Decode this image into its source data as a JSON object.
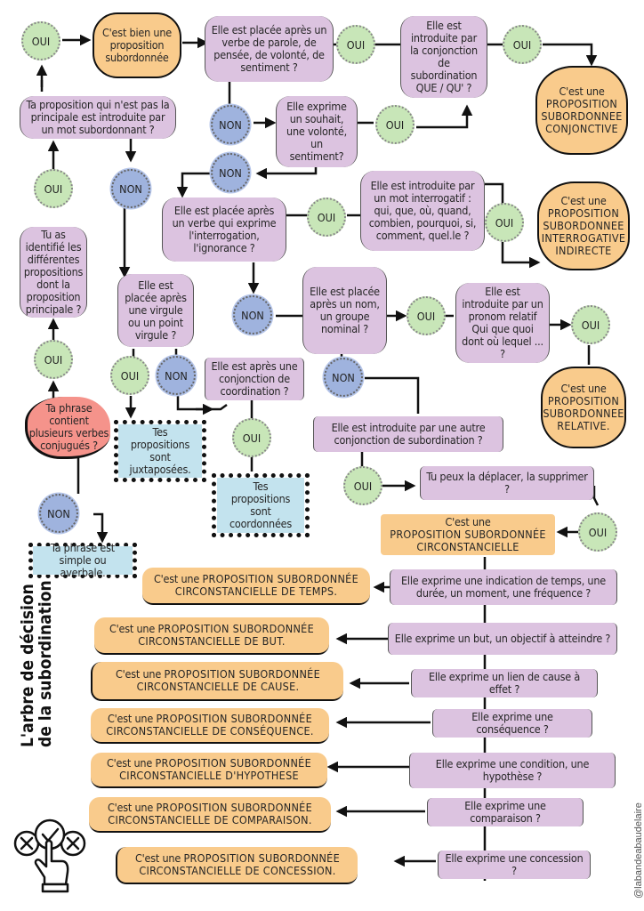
{
  "title": {
    "line1": "L'arbre de décision",
    "line2": "de la subordination"
  },
  "credit": "@labandeabaudelaire",
  "answers": {
    "yes": "OUI",
    "no": "NON"
  },
  "colors": {
    "question_bg": "#dcc3e0",
    "result_bg": "#f9cb8c",
    "start_bg": "#f5938b",
    "info_bg": "#c3e3ee",
    "yes_bg": "#c8e6b8",
    "no_bg": "#9fb3de"
  },
  "nodes": {
    "start": "Ta phrase contient plusieurs verbes conjugués ?",
    "simple": "Ta phrase est simple ou averbale.",
    "identified": "Tu as identifié les différentes propositions dont la proposition principale ?",
    "introduced_sub_word": "Ta proposition qui n'est pas la principale est introduite par un mot subordonnant ?",
    "is_subordinate": "C'est bien une proposition subordonnée",
    "after_verb_speech": "Elle est placée après un verbe de parole, de pensée, de volonté, de sentiment ?",
    "introduced_que": "Elle est introduite par la conjonction de subordination QUE / QU' ?",
    "res_conjonctive_pre": "C'est une",
    "res_conjonctive": "PROPOSITION SUBORDONNEE CONJONCTIVE",
    "expresses_wish": "Elle exprime un souhait, une volonté, un sentiment?",
    "after_verb_interrog": "Elle est placée après un verbe qui exprime l'interrogation, l'ignorance ?",
    "interrog_word": "Elle est introduite par un mot interrogatif : qui, que, où, quand, combien, pourquoi, si, comment, quel.le ?",
    "res_interrog_pre": "C'est une",
    "res_interrog": "PROPOSITION SUBORDONNEE INTERROGATIVE INDIRECTE",
    "after_comma": "Elle est placée après une virgule ou un point virgule ?",
    "after_noun": "Elle est placée après un nom, un groupe nominal ?",
    "relative_pronoun": "Elle est introduite par un pronom relatif Qui que quoi dont où lequel ... ?",
    "res_relative_pre": "C'est une",
    "res_relative": "PROPOSITION SUBORDONNEE RELATIVE.",
    "after_coord": "Elle est après une conjonction de coordination ?",
    "juxtaposed": "Tes propositions sont juxtaposées.",
    "coordinated": "Tes propositions sont coordonnées",
    "other_conj": "Elle est introduite par une autre conjonction de subordination ?",
    "movable": "Tu peux la déplacer, la supprimer ?",
    "res_circ_pre": "C'est une",
    "res_circ": "PROPOSITION SUBORDONNÉE CIRCONSTANCIELLE"
  },
  "circumstantial": [
    {
      "question": "Elle exprime une indication de temps, une durée, un moment, une fréquence ?",
      "result_pre": "C'est une",
      "result": "PROPOSITION SUBORDONNÉE CIRCONSTANCIELLE DE TEMPS."
    },
    {
      "question": "Elle exprime un but, un objectif à atteindre ?",
      "result_pre": "C'est une",
      "result": "PROPOSITION SUBORDONNÉE CIRCONSTANCIELLE DE BUT."
    },
    {
      "question": "Elle exprime un lien de cause à effet ?",
      "result_pre": "C'est une",
      "result": "PROPOSITION SUBORDONNÉE CIRCONSTANCIELLE DE CAUSE."
    },
    {
      "question": "Elle exprime une conséquence ?",
      "result_pre": "C'est une",
      "result": "PROPOSITION SUBORDONNÉE CIRCONSTANCIELLE DE CONSÉQUENCE."
    },
    {
      "question": "Elle exprime une condition, une hypothèse ?",
      "result_pre": "C'est une",
      "result": "PROPOSITION SUBORDONNÉE CIRCONSTANCIELLE D'HYPOTHESE"
    },
    {
      "question": "Elle exprime une comparaison ?",
      "result_pre": "C'est une",
      "result": "PROPOSITION SUBORDONNÉE CIRCONSTANCIELLE DE COMPARAISON."
    },
    {
      "question": "Elle exprime une concession ?",
      "result_pre": "C'est une",
      "result": "PROPOSITION SUBORDONNÉE CIRCONSTANCIELLE DE CONCESSION."
    }
  ],
  "icon": "decision-hand-check-icon"
}
